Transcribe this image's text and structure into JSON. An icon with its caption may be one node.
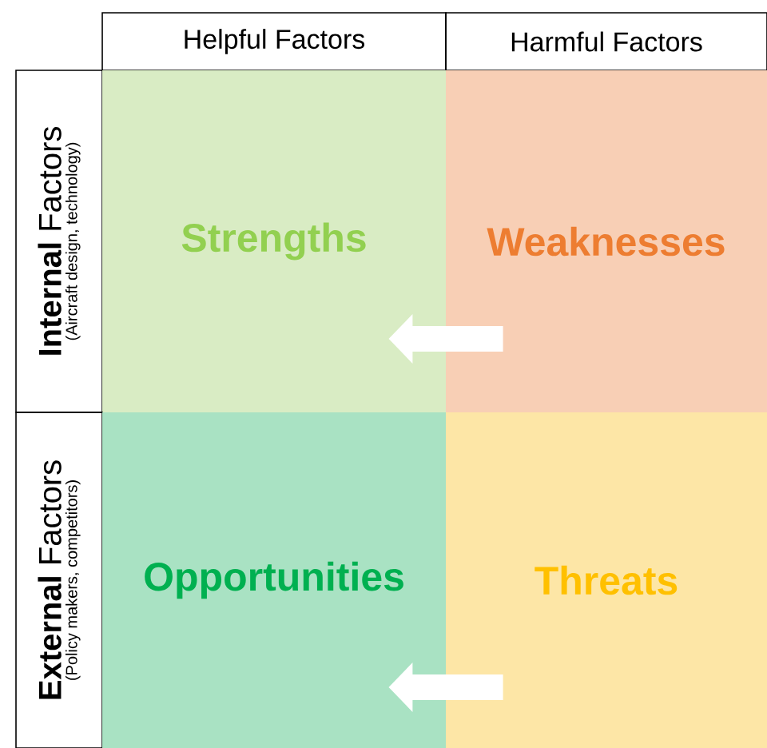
{
  "diagram": {
    "nodes": [
      {
        "text": [
          "Helpful Factors"
        ]
      },
      {
        "text": [
          "Harmful Factors"
        ]
      },
      {
        "text": [
          "**Internal** Factors",
          "(Aircraft design, technology)"
        ]
      },
      {
        "text": [
          "Strengths"
        ]
      },
      {
        "text": [
          "Weaknesses"
        ]
      },
      {
        "text": [
          "**External** Factors",
          "(Policy makers, competitors)"
        ]
      },
      {
        "text": [
          "Opportunities"
        ]
      },
      {
        "text": [
          "Threats"
        ]
      }
    ],
    "edges": [
      {
        "from": 4,
        "to": 3,
        "arrow": "to"
      },
      {
        "from": 7,
        "to": 6,
        "arrow": "to"
      }
    ]
  }
}
